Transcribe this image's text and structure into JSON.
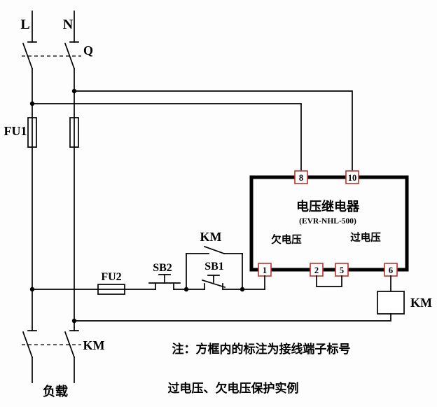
{
  "labels": {
    "phase": "L",
    "neutral": "N",
    "breaker": "Q",
    "fuse_main": "FU1",
    "fuse_control": "FU2",
    "stop_button": "SB2",
    "start_button": "SB1",
    "aux_contact": "KM",
    "coil": "KM",
    "main_contact": "KM",
    "load": "负载"
  },
  "relay": {
    "name": "电压继电器",
    "model": "(EVR-NHL-500)",
    "undervoltage_label": "欠电压",
    "overvoltage_label": "过电压",
    "terminals": {
      "top_left": "8",
      "top_right": "10",
      "bottom_1": "1",
      "bottom_2": "2",
      "bottom_3": "5",
      "bottom_4": "6"
    }
  },
  "annotations": {
    "note": "注：方框内的标注为接线端子标号",
    "caption": "过电压、欠电压保护实例"
  },
  "colors": {
    "wire": "#000000",
    "terminal_border": "#c03028",
    "background": "#fdfdfd"
  }
}
